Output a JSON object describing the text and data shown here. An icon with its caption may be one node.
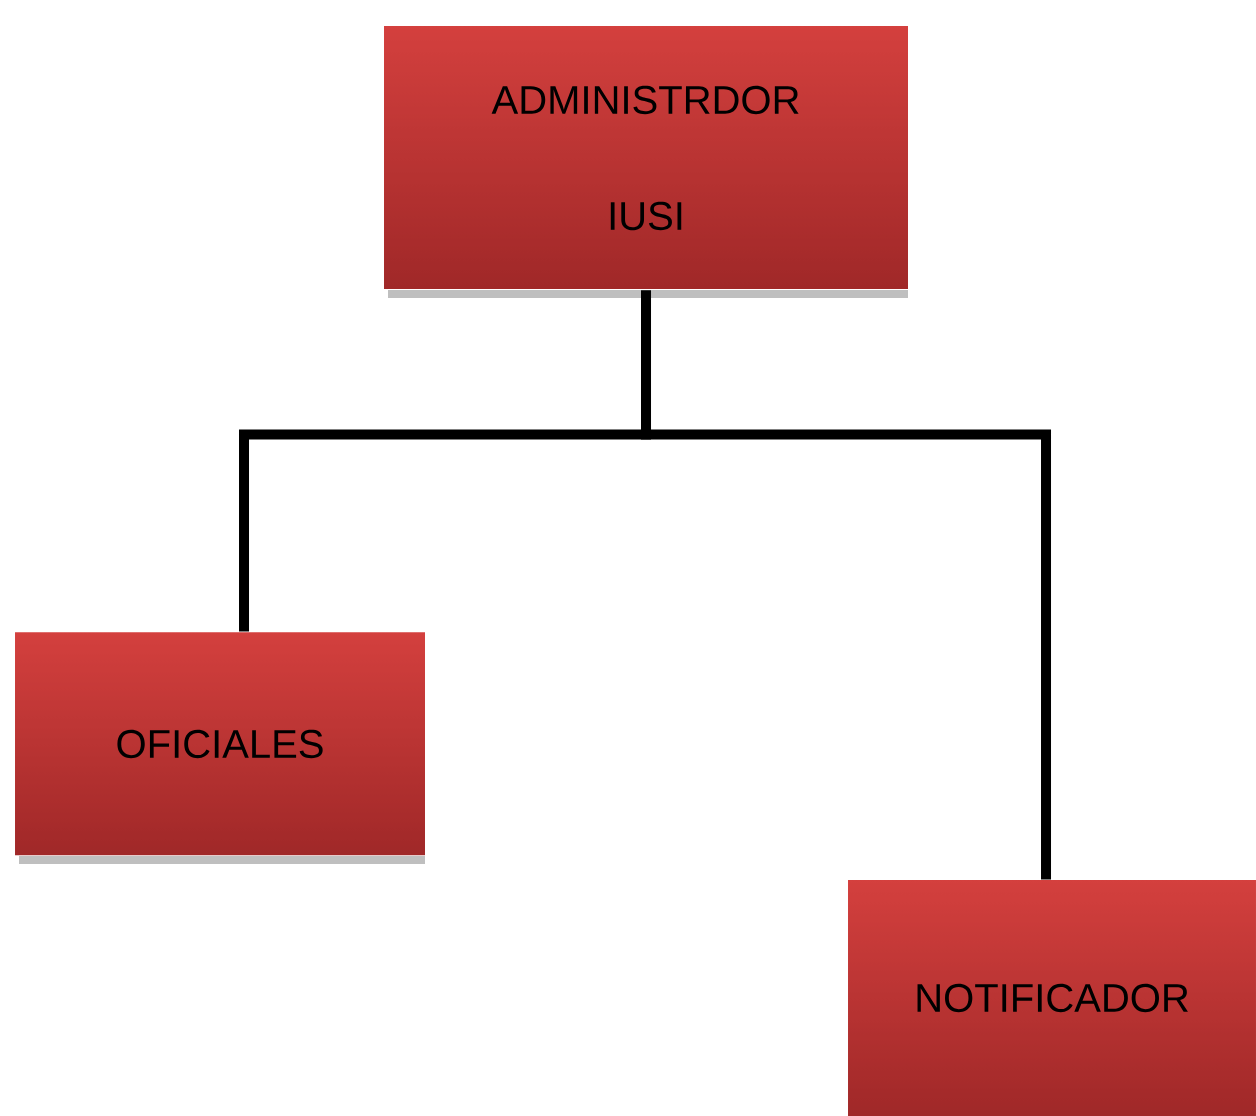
{
  "diagram": {
    "nodes": [
      {
        "text": [
          "ADMINISTRDOR IUSI"
        ]
      },
      {
        "text": [
          "OFICIALES"
        ]
      },
      {
        "text": [
          "NOTIFICADOR"
        ]
      }
    ],
    "edges": [
      {
        "from": 0,
        "to": 1,
        "arrow": "none"
      },
      {
        "from": 0,
        "to": 2,
        "arrow": "none"
      }
    ]
  }
}
